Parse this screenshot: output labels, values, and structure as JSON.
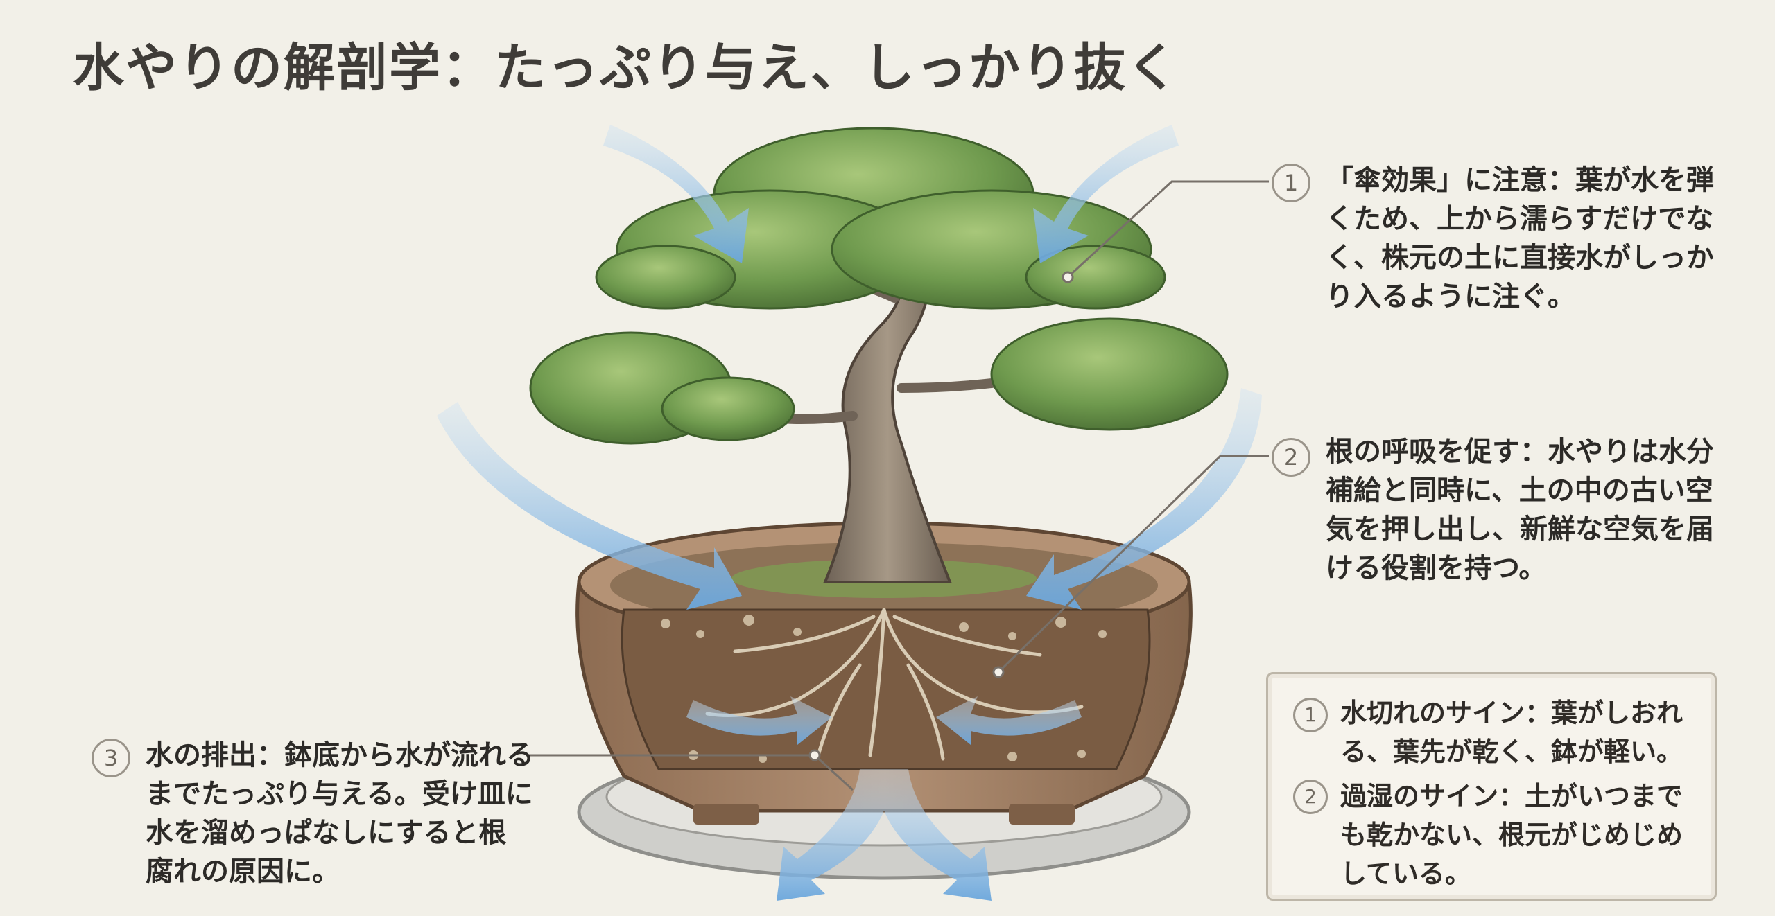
{
  "title": "水やりの解剖学：たっぷり与え、しっかり抜く",
  "callouts": [
    {
      "number": "1",
      "text": "「傘効果」に注意：葉が水を弾くため、上から濡らすだけでなく、株元の土に直接水がしっかり入るように注ぐ。"
    },
    {
      "number": "2",
      "text": "根の呼吸を促す：水やりは水分補給と同時に、土の中の古い空気を押し出し、新鮮な空気を届ける役割を持つ。"
    },
    {
      "number": "3",
      "text": "水の排出：鉢底から水が流れるまでたっぷり与える。受け皿に水を溜めっぱなしにすると根腐れの原因に。"
    }
  ],
  "signs": [
    {
      "number": "1",
      "text": "水切れのサイン：葉がしおれる、葉先が乾く、鉢が軽い。"
    },
    {
      "number": "2",
      "text": "過湿のサイン：土がいつまでも乾かない、根元がじめじめしている。"
    }
  ],
  "colors": {
    "background": "#f2f0e8",
    "water": "#7fb2e0",
    "foliage": "#6f9a4e",
    "pot": "#9b7a5f",
    "soil": "#7a5c43"
  }
}
